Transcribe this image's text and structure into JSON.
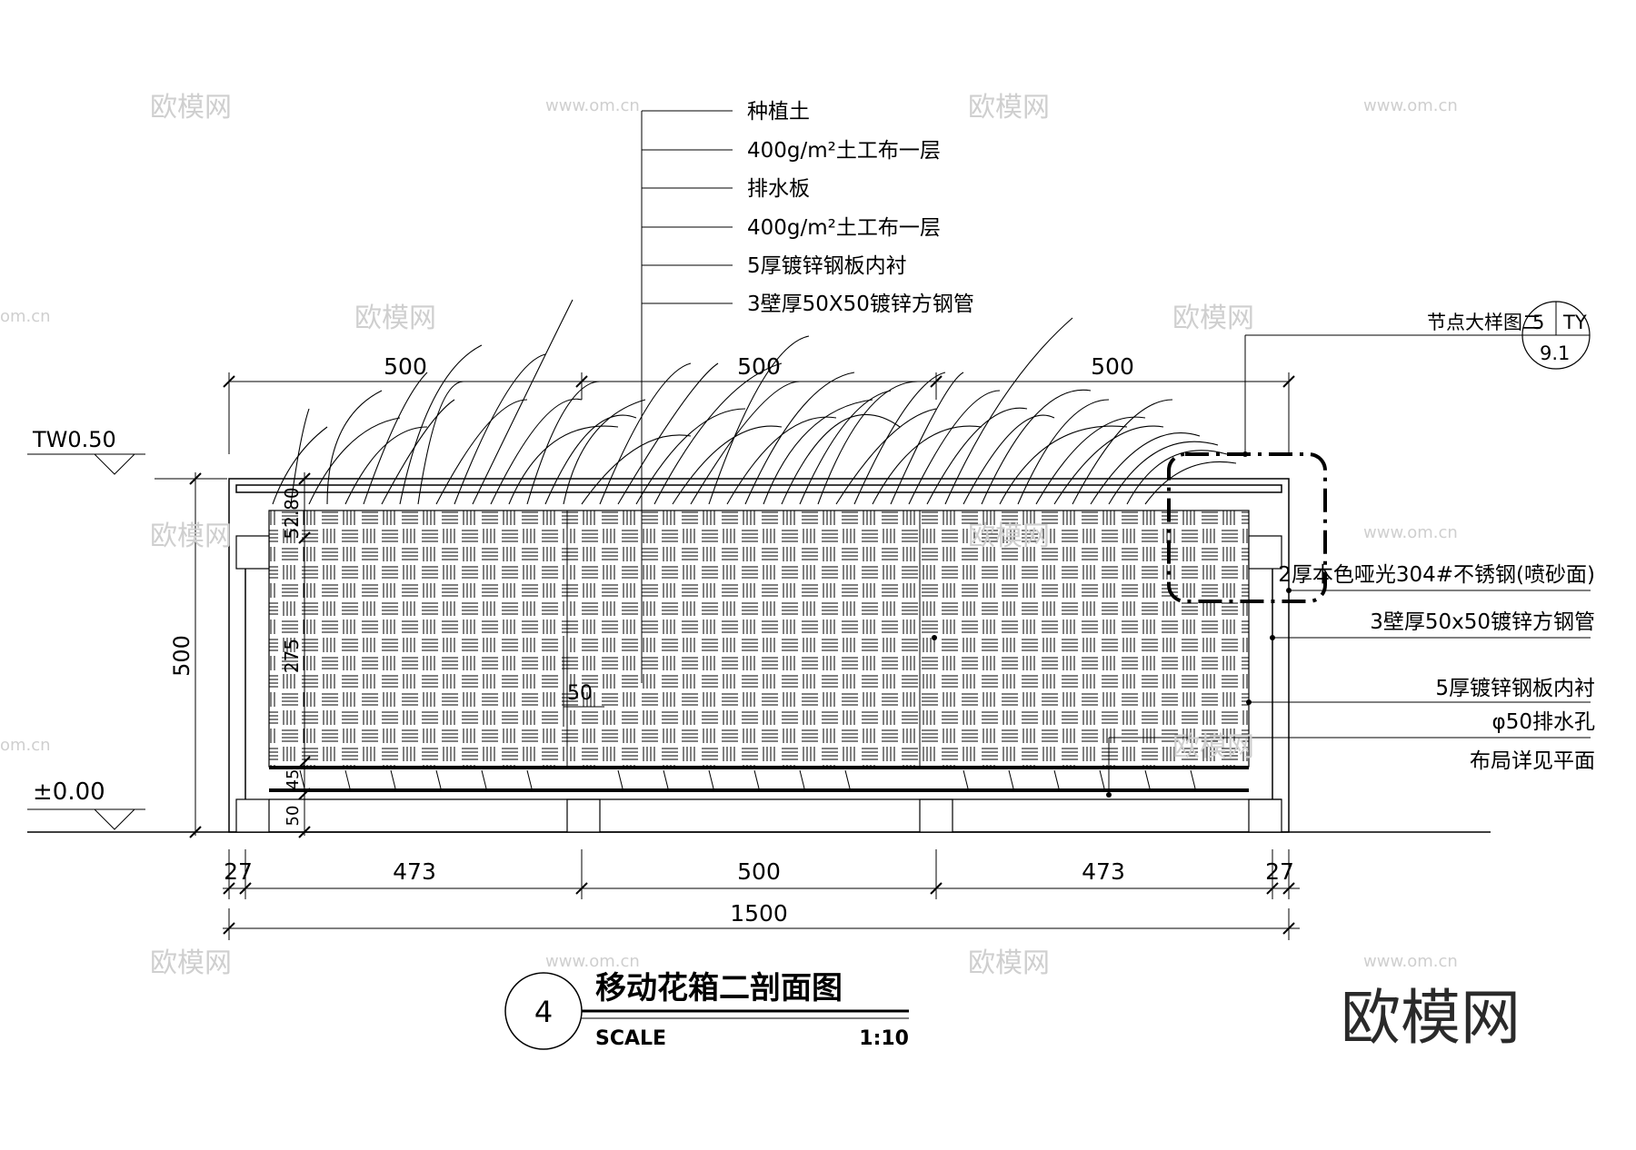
{
  "watermarks": {
    "brand": "欧模网",
    "url": "www.om.cn",
    "url_short": "om.cn",
    "big": "欧模网"
  },
  "material_labels": [
    "种植土",
    "400g/m²土工布一层",
    "排水板",
    "400g/m²土工布一层",
    "5厚镀锌钢板内衬",
    "3壁厚50X50镀锌方钢管"
  ],
  "detail_ref": {
    "label": "节点大样图二",
    "num": "5",
    "code": "TY",
    "sheet": "9.1"
  },
  "right_labels": [
    "2厚本色哑光304#不锈钢(喷砂面)",
    "3壁厚50x50镀锌方钢管",
    "5厚镀锌钢板内衬",
    "φ50排水孔",
    "布局详见平面"
  ],
  "levels": {
    "top": "TW0.50",
    "ground": "±0.00"
  },
  "dims": {
    "top": [
      "500",
      "500",
      "500"
    ],
    "height": "500",
    "inner_a": "52.80",
    "inner_b": "275",
    "inner_c": "45",
    "inner_d": "50",
    "hole": "50",
    "bottom": [
      "27",
      "473",
      "500",
      "473",
      "27"
    ],
    "total": "1500"
  },
  "title_block": {
    "number": "4",
    "title": "移动花箱二剖面图",
    "scale_label": "SCALE",
    "scale_value": "1:10"
  }
}
